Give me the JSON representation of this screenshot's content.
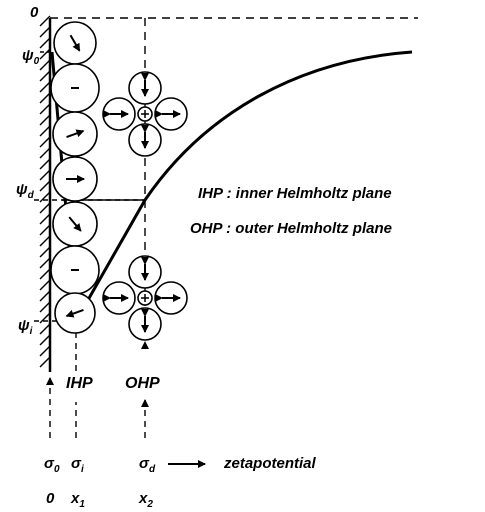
{
  "axis": {
    "origin_label": "0",
    "psi0": {
      "symbol": "ψ",
      "sub": "0"
    },
    "psid": {
      "symbol": "ψ",
      "sub": "d"
    },
    "psii": {
      "symbol": "ψ",
      "sub": "i"
    }
  },
  "planes": {
    "ihp_label": "IHP",
    "ohp_label": "OHP"
  },
  "legend": {
    "ihp": "IHP  :  inner Helmholtz plane",
    "ohp": "OHP :  outer Helmholtz  plane"
  },
  "charges": {
    "sigma0": {
      "symbol": "σ",
      "sub": "0"
    },
    "sigmai": {
      "symbol": "σ",
      "sub": "i"
    },
    "sigmad": {
      "symbol": "σ",
      "sub": "d"
    },
    "zeta_label": "zetapotential"
  },
  "positions": {
    "x0": "0",
    "x1": {
      "symbol": "x",
      "sub": "1"
    },
    "x2": {
      "symbol": "x",
      "sub": "2"
    }
  }
}
